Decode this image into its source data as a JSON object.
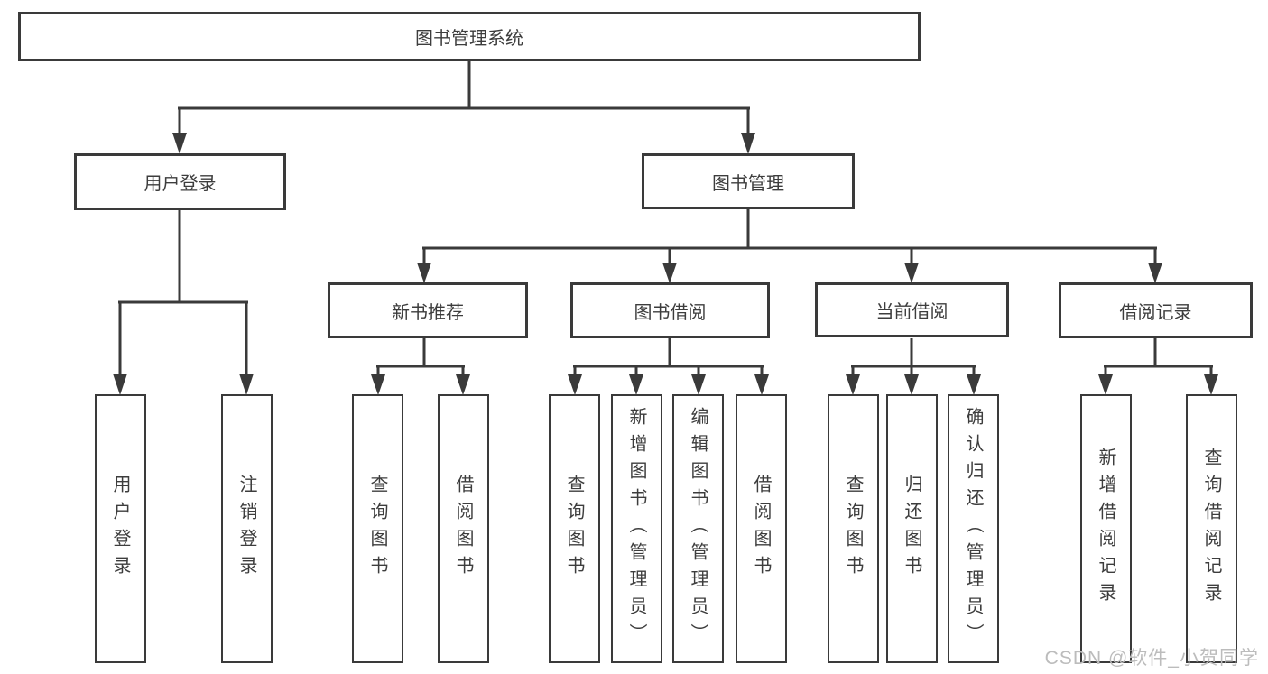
{
  "tree": {
    "root_label": "图书管理系统",
    "branches": [
      {
        "label": "用户登录",
        "leaves": [
          "用户登录",
          "注销登录"
        ]
      },
      {
        "label": "图书管理",
        "groups": [
          {
            "label": "新书推荐",
            "leaves": [
              "查询图书",
              "借阅图书"
            ]
          },
          {
            "label": "图书借阅",
            "leaves": [
              "查询图书",
              "新增图书（管理员）",
              "编辑图书（管理员）",
              "借阅图书"
            ]
          },
          {
            "label": "当前借阅",
            "leaves": [
              "查询图书",
              "归还图书",
              "确认归还（管理员）"
            ]
          },
          {
            "label": "借阅记录",
            "leaves": [
              "新增借阅记录",
              "查询借阅记录"
            ]
          }
        ]
      }
    ]
  },
  "watermark": "CSDN @软件_小贺同学",
  "colors": {
    "line": "#3a3a3a",
    "text": "#3d3d3d",
    "box_bg": "#ffffff",
    "background": "#ffffff",
    "watermark_color": "#bcbcbc"
  }
}
